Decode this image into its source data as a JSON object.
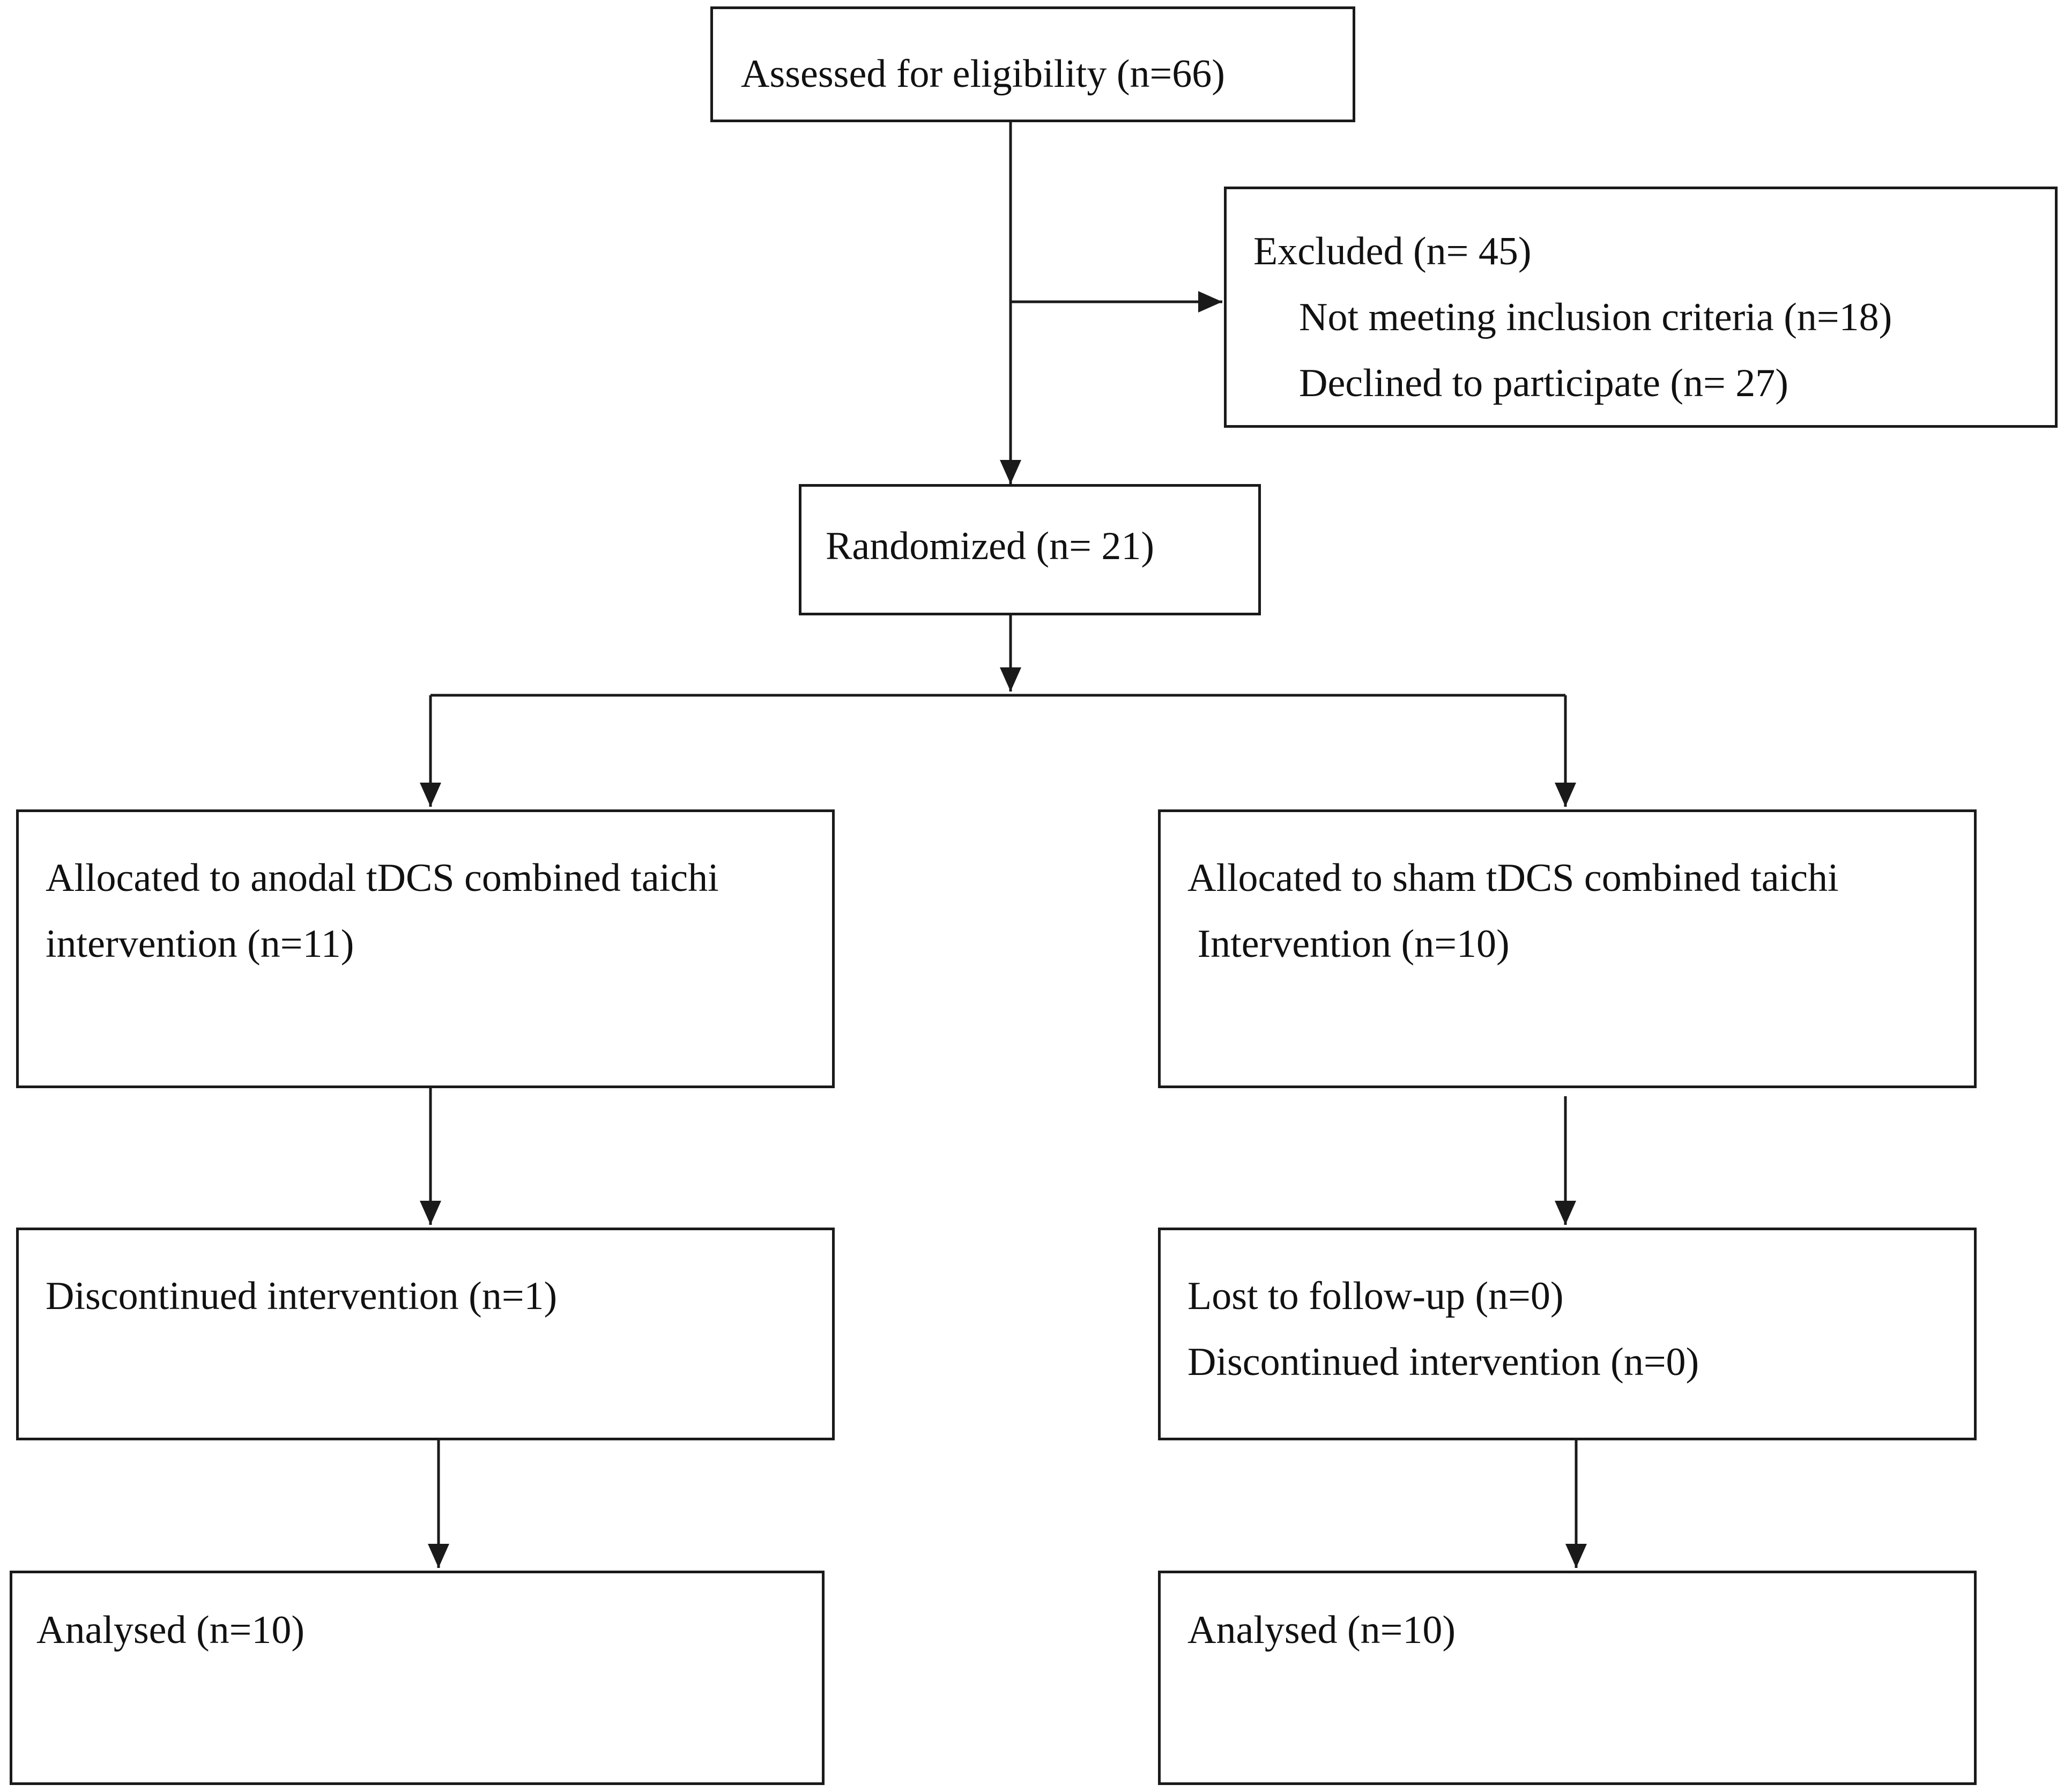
{
  "flowchart": {
    "enrollment": {
      "assessed": "Assessed for eligibility (n=66)",
      "excluded": {
        "title": "Excluded (n= 45)",
        "reasons": [
          "Not meeting inclusion criteria (n=18)",
          "Declined to participate (n= 27)"
        ]
      },
      "randomized": "Randomized (n= 21)"
    },
    "arms": [
      {
        "allocation": [
          "Allocated to anodal tDCS combined taichi",
          "intervention (n=11)"
        ],
        "follow_up": [
          "Discontinued intervention (n=1)"
        ],
        "analysis": "Analysed (n=10)"
      },
      {
        "allocation": [
          "Allocated to sham tDCS combined taichi",
          " Intervention (n=10)"
        ],
        "follow_up": [
          "Lost to follow-up (n=0)",
          "Discontinued intervention (n=0)"
        ],
        "analysis": "Analysed (n=10)"
      }
    ]
  }
}
